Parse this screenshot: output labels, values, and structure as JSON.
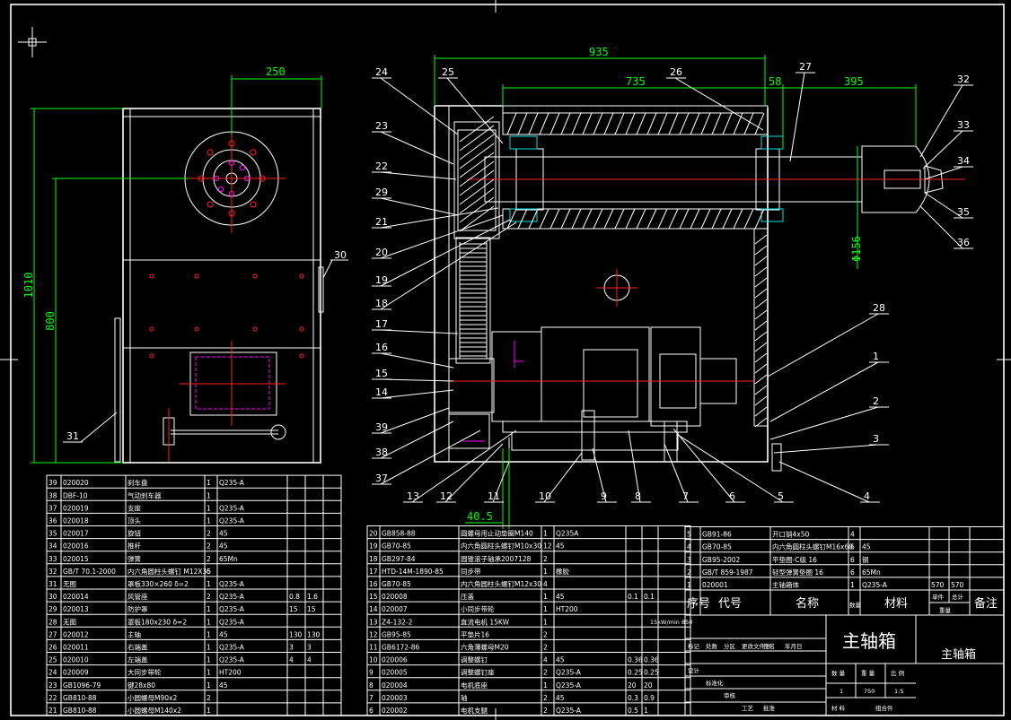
{
  "title_block": {
    "drawing_name": "主轴箱",
    "sub_name": "主轴箱",
    "scale_label": "比 例",
    "weight_label": "重 量",
    "qty_label": "数 量",
    "qty_value": "1",
    "weight_value": "750",
    "scale_value": "1:5",
    "material_label": "材 料",
    "assembly_label": "组合件"
  },
  "dimensions": {
    "d250": "250",
    "d1010": "1010",
    "d800": "800",
    "d935": "935",
    "d735": "735",
    "d58": "58",
    "d395": "395",
    "d156": "Φ156",
    "d405": "40.5"
  },
  "callouts": {
    "right": [
      "24",
      "25",
      "26",
      "27",
      "32",
      "33",
      "34",
      "35",
      "36",
      "23",
      "22",
      "29",
      "21",
      "20",
      "19",
      "18",
      "17",
      "16",
      "15",
      "14",
      "39",
      "38",
      "37",
      "28",
      "1",
      "2",
      "3",
      "4",
      "5",
      "6",
      "7",
      "8",
      "9",
      "10",
      "11",
      "12",
      "13"
    ],
    "left": [
      "30",
      "31"
    ]
  },
  "parts_left": [
    [
      "39",
      "020020",
      "刹车盘",
      "1",
      "Q235-A",
      "",
      ""
    ],
    [
      "38",
      "DBF-10",
      "气动刹车器",
      "1",
      "",
      "",
      ""
    ],
    [
      "37",
      "020019",
      "支座",
      "1",
      "Q235-A",
      "",
      ""
    ],
    [
      "36",
      "020018",
      "顶头",
      "1",
      "Q235-A",
      "",
      ""
    ],
    [
      "35",
      "020017",
      "旋钮",
      "2",
      "45",
      "",
      ""
    ],
    [
      "34",
      "020016",
      "推杆",
      "2",
      "45",
      "",
      ""
    ],
    [
      "33",
      "020015",
      "弹簧",
      "2",
      "65Mn",
      "",
      ""
    ],
    [
      "32",
      "GB/T 70.1-2000",
      "内六角圆柱头螺钉 M12X35",
      "6",
      "",
      "",
      ""
    ],
    [
      "31",
      "无图",
      "罩板330×260  δ=2",
      "1",
      "Q235-A",
      "",
      ""
    ],
    [
      "30",
      "020014",
      "风管座",
      "2",
      "Q235-A",
      "0.8",
      "1.6"
    ],
    [
      "29",
      "020013",
      "防护罩",
      "1",
      "Q235-A",
      "15",
      "15"
    ],
    [
      "28",
      "无图",
      "罩板180x230  δ=2",
      "1",
      "Q235-A",
      "",
      ""
    ],
    [
      "27",
      "020012",
      "主轴",
      "1",
      "45",
      "130",
      "130"
    ],
    [
      "26",
      "020011",
      "右端盖",
      "1",
      "Q235-A",
      "3",
      "3"
    ],
    [
      "25",
      "020010",
      "左端盖",
      "1",
      "Q235-A",
      "4",
      "4"
    ],
    [
      "24",
      "020009",
      "大同步带轮",
      "1",
      "HT200",
      "",
      ""
    ],
    [
      "23",
      "GB1096-79",
      "键28x80",
      "1",
      "45",
      "",
      ""
    ],
    [
      "22",
      "GB810-88",
      "小圆螺母M90x2",
      "2",
      "",
      "",
      ""
    ],
    [
      "21",
      "GB810-88",
      "小圆螺母M140x2",
      "1",
      "",
      "",
      ""
    ]
  ],
  "parts_mid": [
    [
      "20",
      "GB858-88",
      "圆螺母用止动垫圈M140",
      "1",
      "Q235A",
      "",
      ""
    ],
    [
      "19",
      "GB70-85",
      "内六角圆柱头螺钉M10x30",
      "12",
      "45",
      "",
      ""
    ],
    [
      "18",
      "GB297-84",
      "圆锥滚子轴承2007128",
      "2",
      "",
      "",
      ""
    ],
    [
      "17",
      "HTD-14M-1890-85",
      "同步带",
      "1",
      "橡胶",
      "",
      ""
    ],
    [
      "16",
      "GB70-85",
      "内六角圆柱头螺钉M12x30",
      "4",
      "",
      "",
      ""
    ],
    [
      "15",
      "020008",
      "压盖",
      "1",
      "45",
      "0.1",
      "0.1"
    ],
    [
      "14",
      "020007",
      "小同步带轮",
      "1",
      "HT200",
      "",
      ""
    ],
    [
      "13",
      "Z4-132-2",
      "直流电机  15KW",
      "1",
      "",
      "",
      ""
    ],
    [
      "12",
      "GB95-85",
      "平垫片16",
      "2",
      "",
      "",
      ""
    ],
    [
      "11",
      "GB6172-86",
      "六角薄螺母M20",
      "2",
      "",
      "",
      ""
    ],
    [
      "10",
      "020006",
      "调整螺钉",
      "4",
      "45",
      "0.36",
      "0.36"
    ],
    [
      "9",
      "020005",
      "调整螺钉座",
      "2",
      "Q235-A",
      "0.25",
      "0.25"
    ],
    [
      "8",
      "020004",
      "电机底座",
      "1",
      "Q235-A",
      "20",
      "20"
    ],
    [
      "7",
      "020003",
      "轴",
      "2",
      "45",
      "0.3",
      "0.9"
    ],
    [
      "6",
      "020002",
      "电机支腿",
      "2",
      "Q235-A",
      "0.5",
      "1"
    ]
  ],
  "parts_right": [
    [
      "5",
      "GB91-86",
      "开口销4x50",
      "4",
      "",
      "",
      ""
    ],
    [
      "4",
      "GB70-85",
      "内六角圆柱头螺钉M16x60",
      "6",
      "45",
      "",
      ""
    ],
    [
      "3",
      "GB95-2002",
      "平垫圈-C级 16",
      "6",
      "钢",
      "",
      ""
    ],
    [
      "2",
      "GB/T 859-1987",
      "轻型弹簧垫圈 16",
      "6",
      "65Mn",
      "",
      ""
    ],
    [
      "1",
      "020001",
      "主轴箱体",
      "1",
      "Q235-A",
      "570",
      "570"
    ]
  ],
  "header_row": {
    "no": "序号",
    "code": "代号",
    "name": "名称",
    "qty": "数量",
    "material": "材料",
    "single": "单件",
    "total": "总计",
    "weight": "重量",
    "remark": "备注"
  },
  "motor_note": "15kW/min 850",
  "sign_labels": [
    "标记",
    "处数",
    "分区",
    "更改文件号",
    "签名",
    "年月日",
    "设计",
    "标准化",
    "审核",
    "工艺",
    "批准"
  ]
}
